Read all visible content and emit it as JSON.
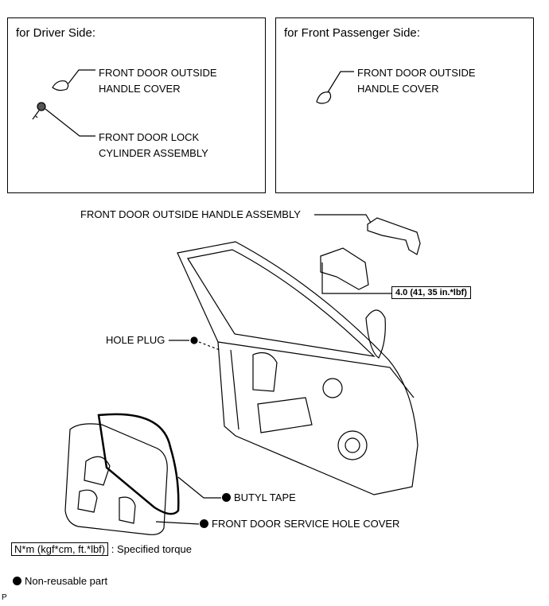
{
  "driver_panel": {
    "title": "for Driver Side:",
    "handle_cover_l1": "FRONT DOOR OUTSIDE",
    "handle_cover_l2": "HANDLE COVER",
    "lock_cyl_l1": "FRONT DOOR LOCK",
    "lock_cyl_l2": "CYLINDER ASSEMBLY"
  },
  "passenger_panel": {
    "title": "for Front Passenger Side:",
    "handle_cover_l1": "FRONT DOOR OUTSIDE",
    "handle_cover_l2": "HANDLE COVER"
  },
  "main": {
    "handle_assembly": "FRONT DOOR OUTSIDE HANDLE ASSEMBLY",
    "torque": "4.0 (41, 35 in.*lbf)",
    "hole_plug": "HOLE PLUG",
    "butyl_tape": "BUTYL TAPE",
    "service_hole_cover": "FRONT DOOR SERVICE HOLE COVER"
  },
  "legend": {
    "torque_unit": "N*m (kgf*cm, ft.*lbf)",
    "torque_desc": ": Specified torque",
    "non_reusable": "Non-reusable part"
  },
  "footer_code": "P"
}
